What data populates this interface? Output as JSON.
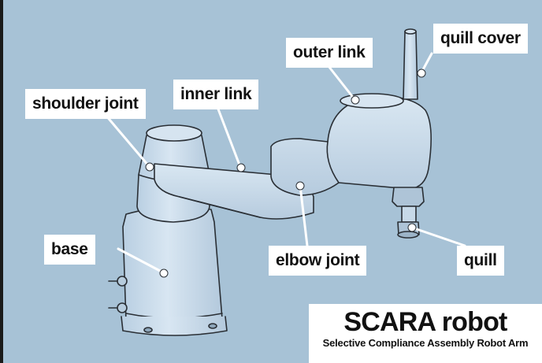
{
  "labels": {
    "quill_cover": "quill cover",
    "outer_link": "outer link",
    "shoulder_joint": "shoulder joint",
    "inner_link": "inner link",
    "base": "base",
    "elbow_joint": "elbow joint",
    "quill": "quill"
  },
  "title": {
    "main": "SCARA robot",
    "subtitle": "Selective Compliance Assembly Robot Arm"
  },
  "colors": {
    "background": "#a7c2d6",
    "robot_fill": "#c9dcec",
    "outline": "#2a2f35",
    "label_bg": "#ffffff"
  }
}
